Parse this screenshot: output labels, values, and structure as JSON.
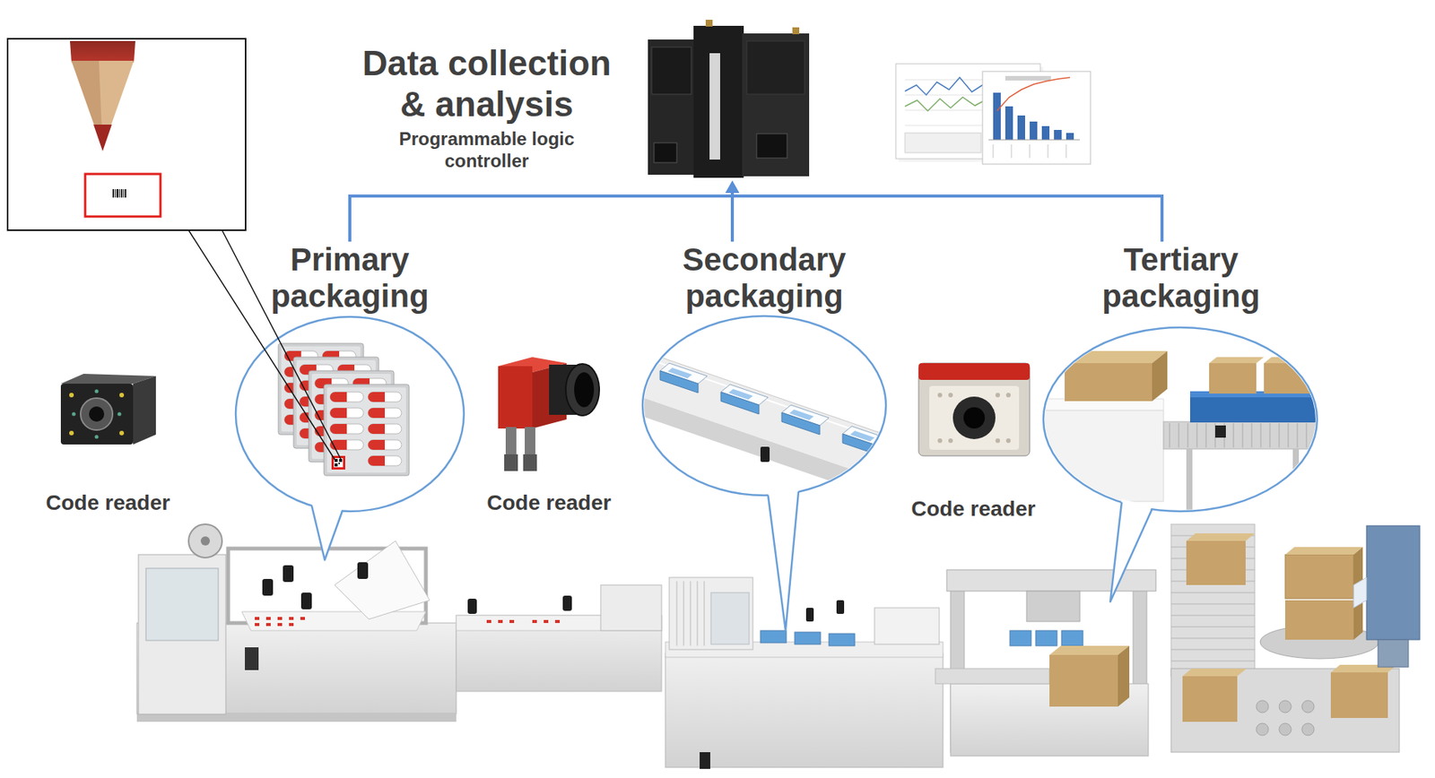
{
  "diagram": {
    "nodes": [
      {
        "text": [
          "Data collection & analysis",
          "Programmable logic controller"
        ]
      },
      {
        "text": [
          "Primary packaging"
        ]
      },
      {
        "text": [
          "Secondary packaging"
        ]
      },
      {
        "text": [
          "Tertiary packaging"
        ]
      }
    ],
    "edges": [
      {
        "from": 1,
        "to": 0,
        "arrow": "to"
      },
      {
        "from": 2,
        "to": 0,
        "arrow": "to"
      },
      {
        "from": 3,
        "to": 0,
        "arrow": "to"
      }
    ],
    "labels": [
      "Code reader",
      "Code reader",
      "Code reader"
    ]
  }
}
